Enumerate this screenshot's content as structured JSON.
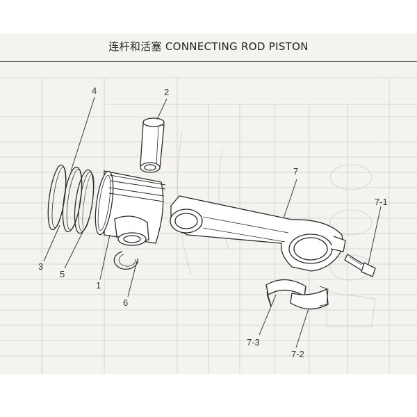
{
  "header": {
    "title": "连杆和活塞 CONNECTING ROD PISTON"
  },
  "callouts": {
    "c1": "1",
    "c2": "2",
    "c3": "3",
    "c4": "4",
    "c5": "5",
    "c6": "6",
    "c7": "7",
    "c7_1": "7-1",
    "c7_2": "7-2",
    "c7_3": "7-3"
  },
  "parts": {
    "p1": "piston",
    "p2": "piston-pin",
    "p3": "piston-ring",
    "p4": "piston-ring",
    "p5": "piston-ring",
    "p6": "snap-ring",
    "p7": "connecting-rod",
    "p7_1": "connecting-rod-bolt",
    "p7_2": "bearing-shell-lower",
    "p7_3": "bearing-shell-upper"
  },
  "colors": {
    "line": "#2b2b2b",
    "ghost": "#c9c8c3",
    "sheet": "#f4f3ef"
  }
}
